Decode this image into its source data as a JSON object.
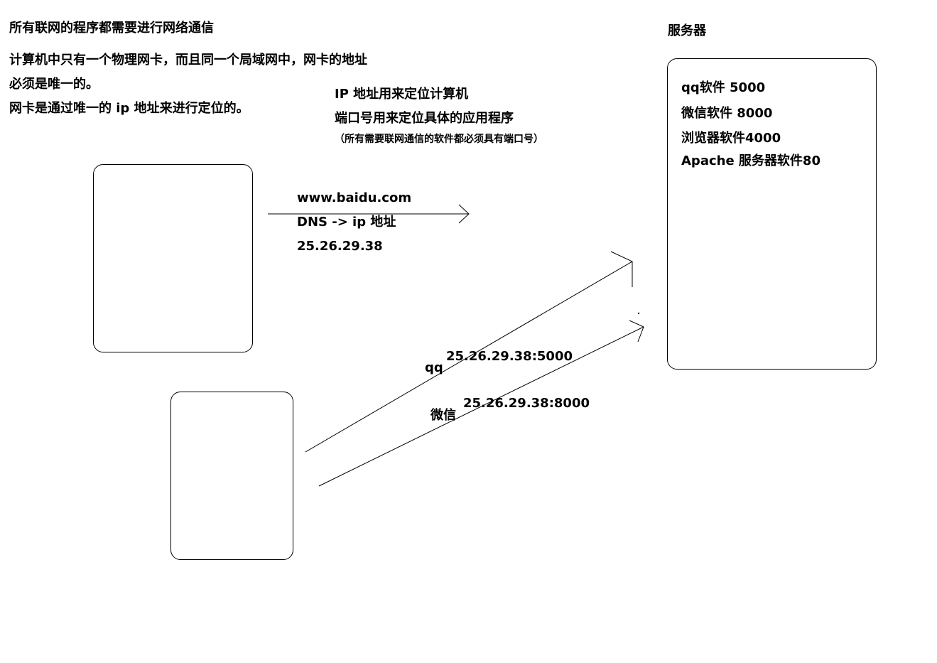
{
  "notes": {
    "title": "所有联网的程序都需要进行网络通信",
    "line1": "计算机中只有一个物理网卡，而且同一个局域网中，网卡的地址",
    "line2": "必须是唯一的。",
    "line3": "网卡是通过唯一的 ip 地址来进行定位的。"
  },
  "concepts": {
    "ip": "IP 地址用来定位计算机",
    "port": "端口号用来定位具体的应用程序",
    "port_note": "（所有需要联网通信的软件都必须具有端口号）"
  },
  "request": {
    "domain": "www.baidu.com",
    "dns": "DNS -> ip 地址",
    "ip": "25.26.29.38"
  },
  "connections": [
    {
      "app": "qq",
      "address": "25.26.29.38:5000"
    },
    {
      "app": "微信",
      "address": "25.26.29.38:8000"
    }
  ],
  "server": {
    "title": "服务器",
    "apps": [
      "qq软件 5000",
      "微信软件  8000",
      "浏览器软件4000",
      "Apache 服务器软件80"
    ]
  },
  "colors": {
    "ink": "#000000",
    "background": "#ffffff"
  }
}
